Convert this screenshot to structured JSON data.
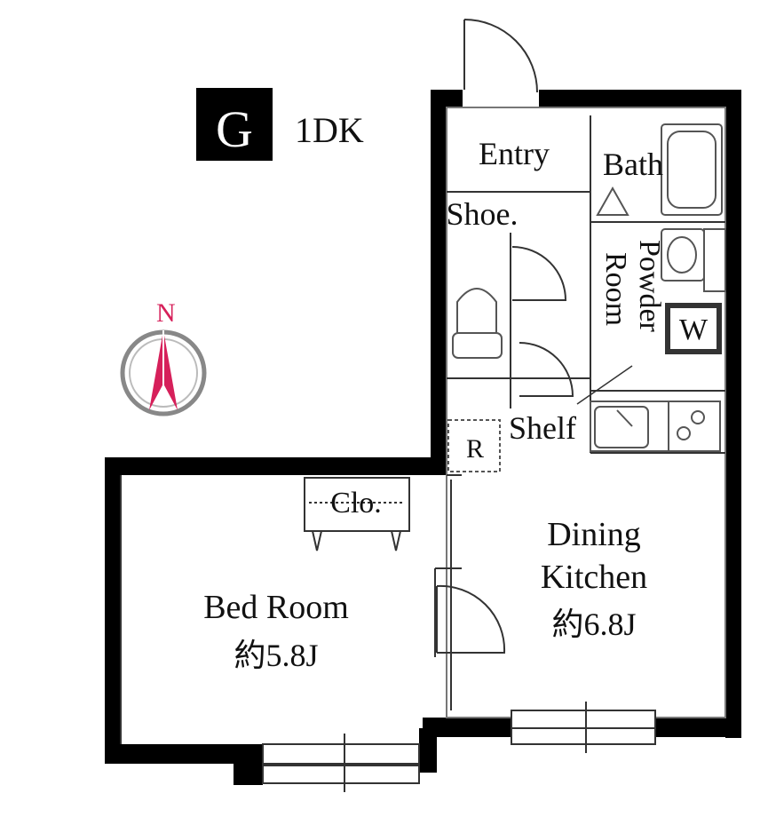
{
  "header": {
    "unit_letter": "G",
    "layout_type": "1DK"
  },
  "compass": {
    "north_label": "N",
    "accent_color": "#d6205a"
  },
  "rooms": {
    "entry": "Entry",
    "bath": "Bath",
    "shoe": "Shoe.",
    "powder_line1": "Powder",
    "powder_line2": "Room",
    "washer": "W",
    "shelf": "Shelf",
    "refrigerator": "R",
    "closet": "Clo.",
    "dining_line1": "Dining",
    "dining_line2": "Kitchen",
    "dining_size": "約6.8J",
    "bedroom": "Bed Room",
    "bedroom_size": "約5.8J"
  },
  "colors": {
    "wall": "#000000",
    "line": "#333333",
    "fixture": "#555555",
    "background": "#ffffff"
  }
}
